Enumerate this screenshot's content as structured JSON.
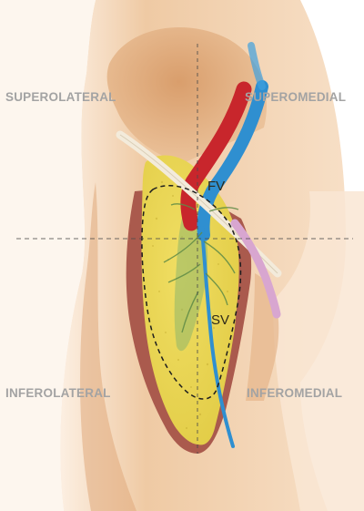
{
  "quadrants": {
    "superolateral": "SUPEROLATERAL",
    "superomedial": "SUPEROMEDIAL",
    "inferolateral": "INFEROLATERAL",
    "inferomedial": "INFEROMEDIAL"
  },
  "vessels": {
    "femoral_vein": "FV",
    "saphenous_vein": "SV"
  },
  "colors": {
    "skin": "#ecc9a0",
    "skin_shadow": "#d9a67a",
    "muscle": "#a95a4c",
    "fat": "#e9d655",
    "artery": "#c8262c",
    "vein": "#2f8fd0",
    "ligament": "#f2ead8",
    "spermatic_cord": "#d8a6d0",
    "lymphatic": "#6f9a52"
  }
}
